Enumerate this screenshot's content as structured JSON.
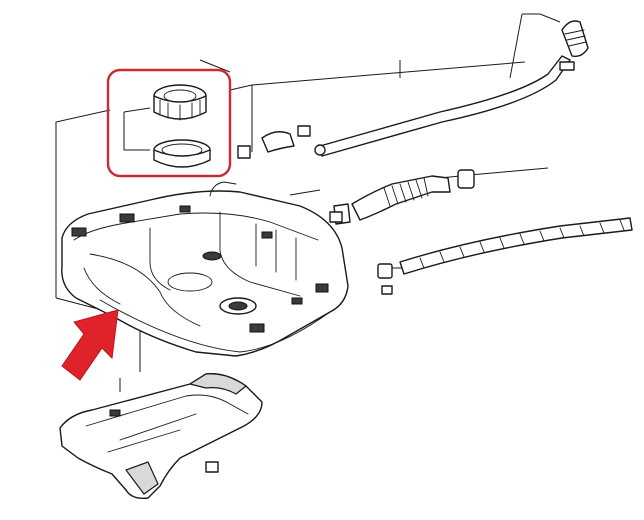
{
  "diagram": {
    "highlight_color": "#cc2a36",
    "arrow_color": "#e0232b",
    "line_color": "#1a1a1a",
    "parts": [
      "fuel-tank",
      "fuel-pump-lock-ring",
      "fuel-pump-seal-gasket",
      "filler-neck-pipe",
      "filler-hose",
      "vent-hose",
      "evap-breather-hose",
      "heat-shield",
      "hose-clamps"
    ]
  }
}
